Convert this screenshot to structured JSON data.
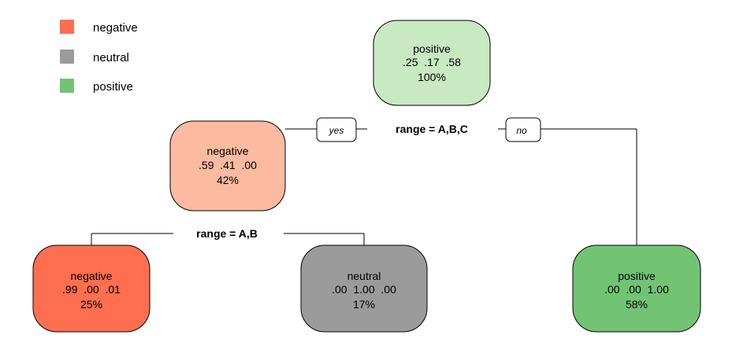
{
  "legend": [
    {
      "label": "negative",
      "color": "#FF6E4F"
    },
    {
      "label": "neutral",
      "color": "#9B9B9B"
    },
    {
      "label": "positive",
      "color": "#72C474"
    }
  ],
  "nodes": {
    "root": {
      "class": "positive",
      "probs": ".25  .17  .58",
      "pct": "100%",
      "color": "#C9E9C2"
    },
    "left": {
      "class": "negative",
      "probs": ".59  .41  .00",
      "pct": "42%",
      "color": "#FCBAA0"
    },
    "left_left": {
      "class": "negative",
      "probs": ".99  .00  .01",
      "pct": "25%",
      "color": "#FF6E4F"
    },
    "left_right": {
      "class": "neutral",
      "probs": ".00  1.00  .00",
      "pct": "17%",
      "color": "#9B9B9B"
    },
    "right": {
      "class": "positive",
      "probs": ".00  .00  1.00",
      "pct": "58%",
      "color": "#72C474"
    }
  },
  "splits": {
    "root": "range = A,B,C",
    "left": "range = A,B"
  },
  "branches": {
    "yes": "yes",
    "no": "no"
  }
}
